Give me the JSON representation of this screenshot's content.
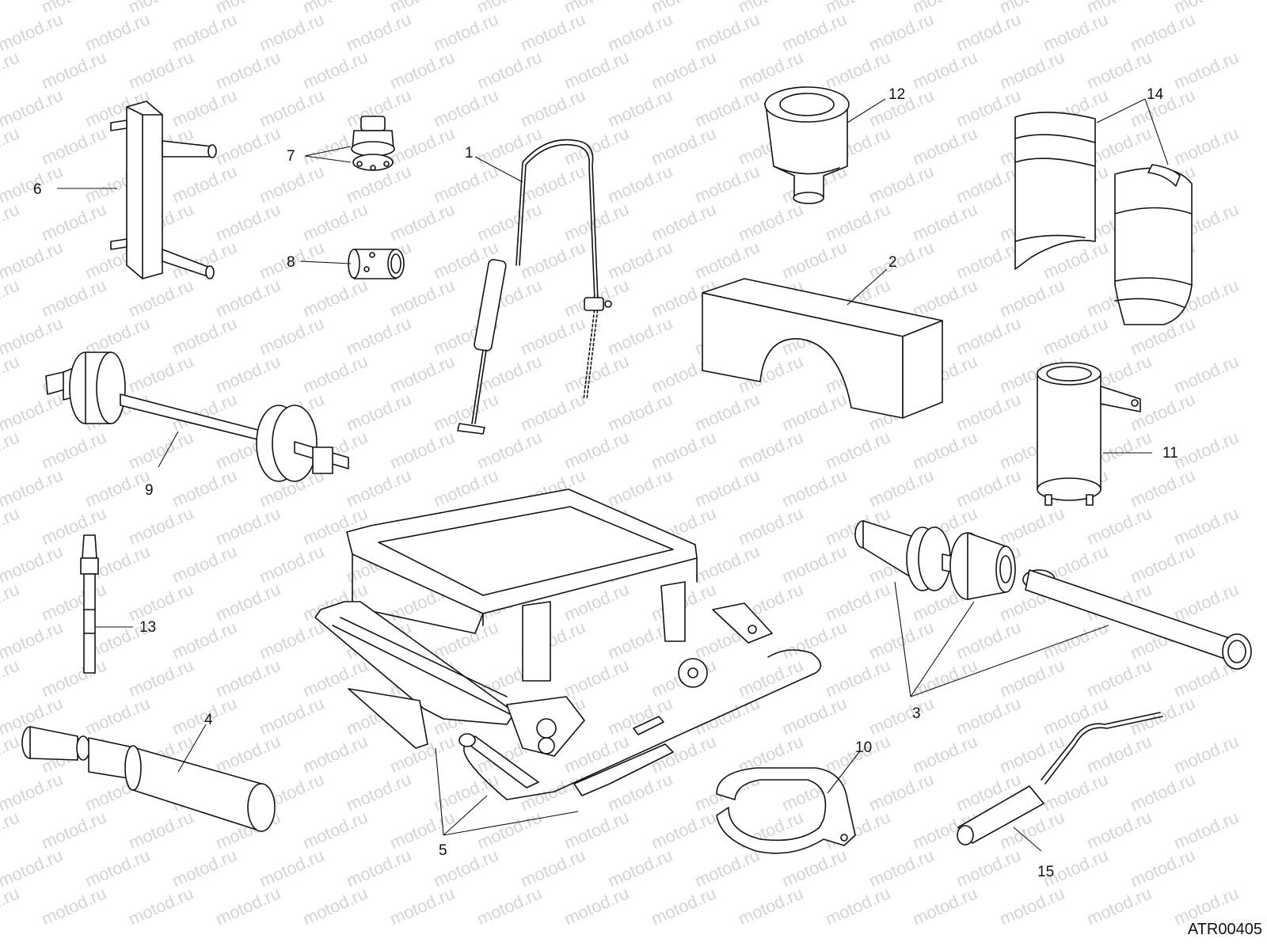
{
  "watermark": {
    "text": "motod.ru"
  },
  "callouts": [
    {
      "id": "1",
      "label": "1"
    },
    {
      "id": "2",
      "label": "2"
    },
    {
      "id": "3",
      "label": "3"
    },
    {
      "id": "4",
      "label": "4"
    },
    {
      "id": "5",
      "label": "5"
    },
    {
      "id": "6",
      "label": "6"
    },
    {
      "id": "7",
      "label": "7"
    },
    {
      "id": "8",
      "label": "8"
    },
    {
      "id": "9",
      "label": "9"
    },
    {
      "id": "10",
      "label": "10"
    },
    {
      "id": "11",
      "label": "11"
    },
    {
      "id": "12",
      "label": "12"
    },
    {
      "id": "13",
      "label": "13"
    },
    {
      "id": "14",
      "label": "14"
    },
    {
      "id": "15",
      "label": "15"
    }
  ],
  "drawing_code": "ATR00405"
}
